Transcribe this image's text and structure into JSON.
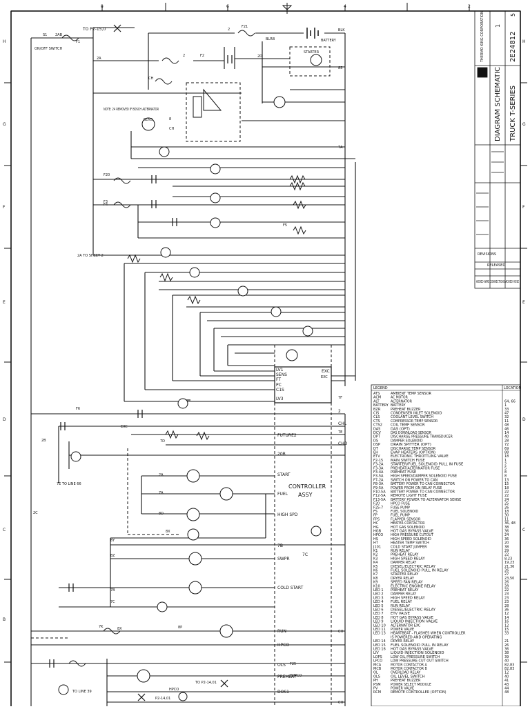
{
  "title_block": {
    "company": "THERMO KING CORPORATION",
    "drawing_title": "DIAGRAM SCHEMATIC",
    "series": "TRUCK T-SERIES",
    "dwg_no": "2E24812",
    "sheet": "1",
    "rev": "5",
    "revisions_header": "REVISIONS",
    "released": "RELEASED",
    "change_note": "ADDED WIRE CONNECTIONS ADDED HOSE"
  },
  "top_wires": {
    "to_p2": "TO P2-15,0",
    "onoff_switch": "ON/OFF SWITCH",
    "blk": "BLK",
    "blrb": "BLRB",
    "battery": "BATTERY",
    "starter": "STARTER",
    "note": "NOTE: 24 REMOVED IF BOSCH ALTERNATOR",
    "to_sheet2": "2A TO SHEET 2",
    "to_line": "7E TO LINE 66",
    "to_line39": "TO LINE 39",
    "to_p2_14": "TO P2-14,01",
    "to_p2_14b": "P2-14,01"
  },
  "labels": [
    "S1",
    "2AB",
    "F1",
    "2",
    "F21",
    "2A",
    "2",
    "F2",
    "2D",
    "8S",
    "CH",
    "F20",
    "F3",
    "F4",
    "F5",
    "F6",
    "2B",
    "2C",
    "7A",
    "8",
    "CH",
    "SENS",
    "EXC",
    "2A",
    "7A",
    "8D",
    "8X",
    "8Y",
    "8Z",
    "7B",
    "7C",
    "7D",
    "7E",
    "7F",
    "7K",
    "8X",
    "8P",
    "CH",
    "F25",
    "7HPCO",
    "HPCO",
    "CH",
    "OLS",
    "PREHEAT",
    "DOS",
    "DSP",
    "CH"
  ],
  "controller": {
    "title_line1": "CONTROLLER",
    "title_line2": "ASSY",
    "pins": [
      "LV1",
      "SENS",
      "EXC",
      "FT",
      "PC",
      "C1S",
      "LV3",
      "2",
      "CHL",
      "FUTURE2",
      "CHD",
      "20B",
      "START",
      "FUEL",
      "HIGH SPD",
      "7B",
      "SWPR",
      "7C",
      "COLD START",
      "RUN",
      "HPCO",
      "OLS",
      "PREHEAT",
      "DOS1"
    ],
    "exc_label": "EXC"
  },
  "legend": {
    "header_code": "LEGEND",
    "header_location": "LOCATION",
    "rows": [
      [
        "ATS",
        "AMBIENT TEMP SENSOR",
        ""
      ],
      [
        "ACM",
        "AC MOTOR",
        "",
        ""
      ],
      [
        "ALT",
        "ALTERNATOR",
        "64, 66"
      ],
      [
        "BATTERY",
        "BATTERY",
        "1"
      ],
      [
        "BZR",
        "PREHEAT BUZZER",
        "33"
      ],
      [
        "CIS",
        "CONDENSER INLET SOLENOID",
        "47"
      ],
      [
        "CLS",
        "COOLANT LEVEL SWITCH",
        "32"
      ],
      [
        "CTS",
        "COMPRESSOR TEMP SENSOR",
        "11"
      ],
      [
        "CTS2",
        "COIL TEMP SENSOR",
        "48"
      ],
      [
        "DAS",
        "DAS (OPT)",
        "46"
      ],
      [
        "DCV",
        "DAS DOWNLOAD SENSOR",
        "14"
      ],
      [
        "DPT",
        "DISCHARGE PRESSURE TRANSDUCER",
        "40"
      ],
      [
        "DS",
        "DAMPER SOLENOID",
        "28"
      ],
      [
        "DSP",
        "DRAIN SPITTER (OPT)",
        "72"
      ],
      [
        "DT",
        "DISCHARGE TEMP SENSOR",
        "69"
      ],
      [
        "EH",
        "EVAP HEATERS (OPTION)",
        "88"
      ],
      [
        "ETV",
        "ELECTRONIC THROTTLING VALVE",
        "18"
      ],
      [
        "F2-15",
        "MAIN SWITCH FUSE",
        "1"
      ],
      [
        "F3-2A",
        "STARTER/FUEL SOLENOID PULL IN FUSE",
        "2"
      ],
      [
        "F3-3A",
        "PREHEAT/ALTERNATOR FUSE",
        "5"
      ],
      [
        "F3-4A",
        "PREHEAT FUSE",
        "8"
      ],
      [
        "F3-5A",
        "HIGH SPEED/DAMPER SOLENOID FUSE",
        "8"
      ],
      [
        "F7-2A",
        "SWITCH ON POWER TO CAN",
        "13"
      ],
      [
        "F8-3A",
        "BATTERY POWER TO CAN CONNECTOR",
        "15"
      ],
      [
        "F9-5A",
        "POWER FROM ON RELAY FUSE",
        "18"
      ],
      [
        "F10-5A",
        "BATTERY POWER TO CAN CONNECTOR",
        "22"
      ],
      [
        "F12-5A",
        "REMOTE LIGHT FUSE",
        "22"
      ],
      [
        "F13-5A",
        "BATTERY POWER TO ALTERNATOR SENSE",
        "24"
      ],
      [
        "F20",
        "HPCO FUSE",
        "25"
      ],
      [
        "F25-7",
        "FUSE PUMP",
        "26"
      ],
      [
        "FS",
        "FUEL SOLENOID",
        "18"
      ],
      [
        "FP",
        "FUEL PUMP",
        "30"
      ],
      [
        "FPS",
        "FLAPPER SENSOR",
        "11"
      ],
      [
        "HC",
        "HEATER CONTACTOR",
        "36, 48"
      ],
      [
        "HG",
        "HOT GAS SOLENOID",
        "38"
      ],
      [
        "HGB",
        "HOT GAS BYPASS VALVE",
        "36"
      ],
      [
        "HPCO",
        "HIGH PRESSURE CUTOUT",
        "24"
      ],
      [
        "HS",
        "HIGH SPEED SOLENOID",
        "36"
      ],
      [
        "HT",
        "HEATER TEMP SWITCH",
        "20"
      ],
      [
        "J101",
        "COLD START JUMPER",
        "38"
      ],
      [
        "K1",
        "RUN RELAY",
        "29"
      ],
      [
        "K2",
        "PREHEAT RELAY",
        "22"
      ],
      [
        "K3",
        "HIGH SPEED RELAY",
        "8,23"
      ],
      [
        "K4",
        "DAMPER RELAY",
        "19,23"
      ],
      [
        "K5",
        "DIESEL/ELECTRIC RELAY",
        "21,36"
      ],
      [
        "K6",
        "FUEL SOLENOID PULL IN RELAY",
        "26"
      ],
      [
        "K7",
        "STARTER RELAY",
        "27"
      ],
      [
        "K8",
        "DRYER RELAY",
        "23,50"
      ],
      [
        "K9",
        "SPEED FAN RELAY",
        "26"
      ],
      [
        "K10",
        "ELECTRIC ENGINE RELAY",
        "28"
      ],
      [
        "LED 1",
        "PREHEAT RELAY",
        "22"
      ],
      [
        "LED 2",
        "DAMPER RELAY",
        "23"
      ],
      [
        "LED 3",
        "HIGH SPEED RELAY",
        "23"
      ],
      [
        "LED 4",
        "FUEL RELAY",
        "23"
      ],
      [
        "LED 5",
        "RUN RELAY",
        "28"
      ],
      [
        "LED 6",
        "DIESEL/ELECTRIC RELAY",
        "36"
      ],
      [
        "LED 7",
        "ETV VALVE",
        "12"
      ],
      [
        "LED 8",
        "HOT GAS BYPASS VALVE",
        "14"
      ],
      [
        "LED 9",
        "LIQUID INJECTION VALVE",
        "16"
      ],
      [
        "LED 10",
        "ALTERNATOR EXC",
        "12"
      ],
      [
        "LED 11",
        "POWER VALVE",
        "15"
      ],
      [
        "LED 13",
        "HEARTBEAT - FLASHES WHEN CONTROLLER",
        "33"
      ],
      [
        "",
        "IS POWERED AND OPERATING",
        ""
      ],
      [
        "LED 14",
        "DRYER RELAY",
        "21"
      ],
      [
        "LED 15",
        "FUEL SOLENOID PULL IN RELAY",
        "26"
      ],
      [
        "LED 16",
        "HOT GAS BYPASS VALVE",
        "36"
      ],
      [
        "LIV",
        "LIQUID INJECTION SOLENOID",
        "38"
      ],
      [
        "LOPS",
        "LOW OIL PRESSURE SWITCH",
        "39"
      ],
      [
        "LPCO",
        "LOW PRESSURE CUT OUT SWITCH",
        "40"
      ],
      [
        "MCA",
        "MOTOR CONTACTOR A",
        "82,83"
      ],
      [
        "MCB",
        "MOTOR CONTACTOR B",
        "82,83"
      ],
      [
        "OL",
        "OVERLOAD RELAY",
        "12"
      ],
      [
        "OLS",
        "OIL LEVEL SWITCH",
        "40"
      ],
      [
        "PH",
        "PREHEAT BUZZER",
        "41"
      ],
      [
        "PSM",
        "POWER SELECT MODULE",
        "43"
      ],
      [
        "PV",
        "POWER VALVE",
        "44"
      ],
      [
        "RCM",
        "REMOTE CONTROLLER (OPTION)",
        "48"
      ]
    ]
  }
}
